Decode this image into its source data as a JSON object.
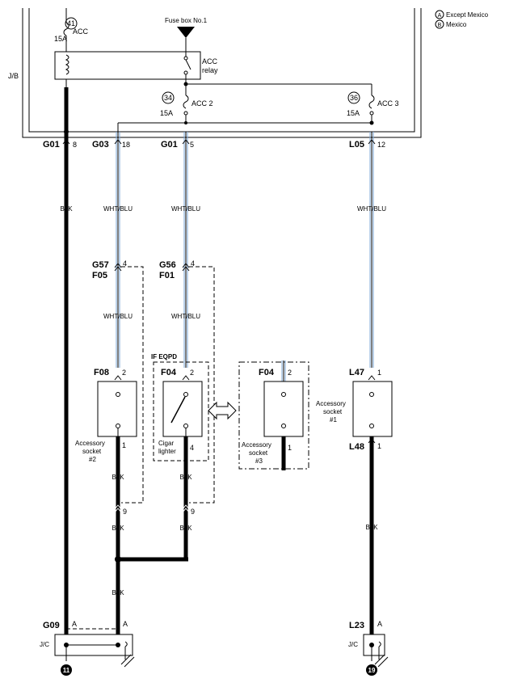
{
  "legend": {
    "a": {
      "letter": "A",
      "text": "Except Mexico"
    },
    "b": {
      "letter": "B",
      "text": "Mexico"
    }
  },
  "junction_block": {
    "label": "J/B"
  },
  "fuse_box": {
    "label": "Fuse box No.1"
  },
  "fuses": [
    {
      "id": "fuse-41",
      "number": "41",
      "amp": "15A",
      "name": "ACC"
    },
    {
      "id": "fuse-34",
      "number": "34",
      "amp": "15A",
      "name": "ACC 2"
    },
    {
      "id": "fuse-36",
      "number": "36",
      "amp": "15A",
      "name": "ACC 3"
    }
  ],
  "relay": {
    "line1": "ACC",
    "line2": "relay"
  },
  "connectors": {
    "g01_top": {
      "name": "G01",
      "pin": "8"
    },
    "g03": {
      "name": "G03",
      "pin": "18"
    },
    "g01_mid": {
      "name": "G01",
      "pin": "5"
    },
    "l05": {
      "name": "L05",
      "pin": "12"
    },
    "g57": {
      "name": "G57",
      "pin": "4"
    },
    "f05": {
      "name": "F05"
    },
    "g56": {
      "name": "G56",
      "pin": "4"
    },
    "f01": {
      "name": "F01"
    },
    "f08": {
      "name": "F08",
      "pin_top": "2",
      "pin_bottom": "1"
    },
    "f04a": {
      "name": "F04",
      "pin_top": "2",
      "pin_bottom": "4"
    },
    "f04b": {
      "name": "F04",
      "pin_top": "2",
      "pin_bottom": "1"
    },
    "l47": {
      "name": "L47",
      "pin": "1"
    },
    "l48": {
      "name": "L48",
      "pin": "1"
    },
    "g09": {
      "name": "G09",
      "pin": "A"
    },
    "l23": {
      "name": "L23",
      "pin": "A"
    },
    "pin9_left": "9",
    "pin9_mid": "9",
    "pin_a_mid": "A"
  },
  "wire_colors": {
    "blk": "BLK",
    "wht_blu": "WHT/BLU"
  },
  "components": {
    "socket2": {
      "line1": "Accessory",
      "line2": "socket",
      "line3": "#2"
    },
    "cigar": {
      "line1": "Cigar",
      "line2": "lighter"
    },
    "socket3": {
      "line1": "Accessory",
      "line2": "socket",
      "line3": "#3"
    },
    "socket1": {
      "line1": "Accessory",
      "line2": "socket",
      "line3": "#1"
    },
    "if_eqpd": "IF EQPD"
  },
  "joint_connector": {
    "label": "J/C"
  },
  "grounds": {
    "g11": "11",
    "g19": "19"
  },
  "colors": {
    "wire_blue": "#7aa6d6",
    "wire_black": "#000000"
  }
}
